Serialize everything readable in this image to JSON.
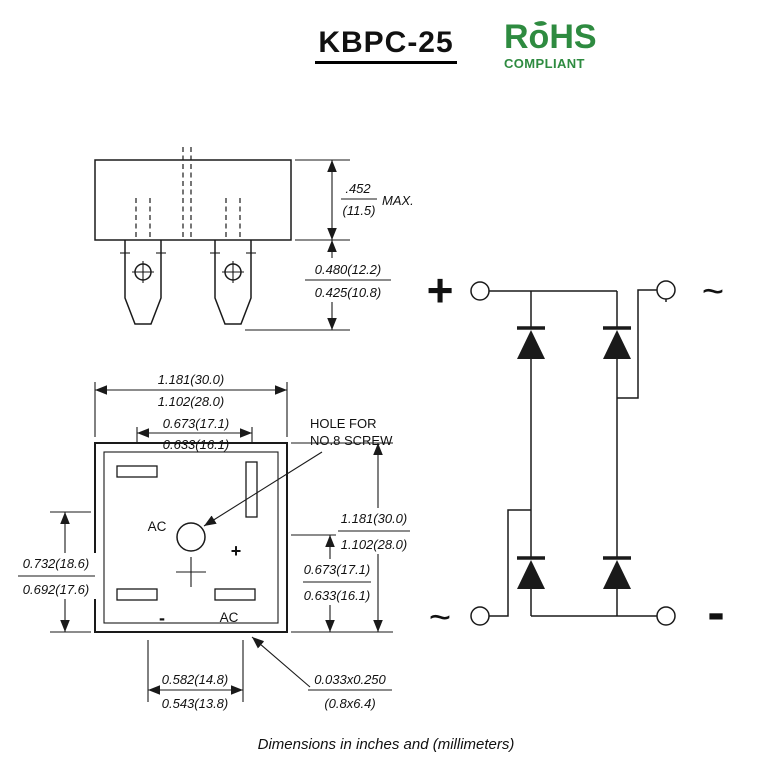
{
  "colors": {
    "rohs_green": "#2E8B40",
    "line": "#1a1a1a"
  },
  "header": {
    "title": "KBPC-25",
    "rohs": {
      "name": "RoHS",
      "compliant": "COMPLIANT"
    }
  },
  "side_view": {
    "body_height": {
      "num": ".452",
      "den": "(11.5)",
      "max": "MAX."
    },
    "terminal_len": {
      "num": "0.480(12.2)",
      "den": "0.425(10.8)"
    }
  },
  "top_view": {
    "width": {
      "num": "1.181(30.0)",
      "den": "1.102(28.0)"
    },
    "pin_span_top": {
      "num": "0.673(17.1)",
      "den": "0.633(16.1)"
    },
    "hole_note": {
      "line1": "HOLE FOR",
      "line2": "NO.8 SCREW"
    },
    "left": {
      "num": "0.732(18.6)",
      "den": "0.692(17.6)"
    },
    "height": {
      "num": "1.181(30.0)",
      "den": "1.102(28.0)"
    },
    "right_inner": {
      "num": "0.673(17.1)",
      "den": "0.633(16.1)"
    },
    "bottom_span": {
      "num": "0.582(14.8)",
      "den": "0.543(13.8)"
    },
    "slot": {
      "num": "0.033x0.250",
      "den": "(0.8x6.4)"
    },
    "terminals": {
      "ac_top": "AC",
      "plus": "+",
      "minus": "-",
      "ac_bottom": "AC"
    }
  },
  "schematic": {
    "plus": "+",
    "ac_top": "~",
    "ac_bottom": "~",
    "minus": "-"
  },
  "footer": {
    "note": "Dimensions in inches and (millimeters)"
  }
}
